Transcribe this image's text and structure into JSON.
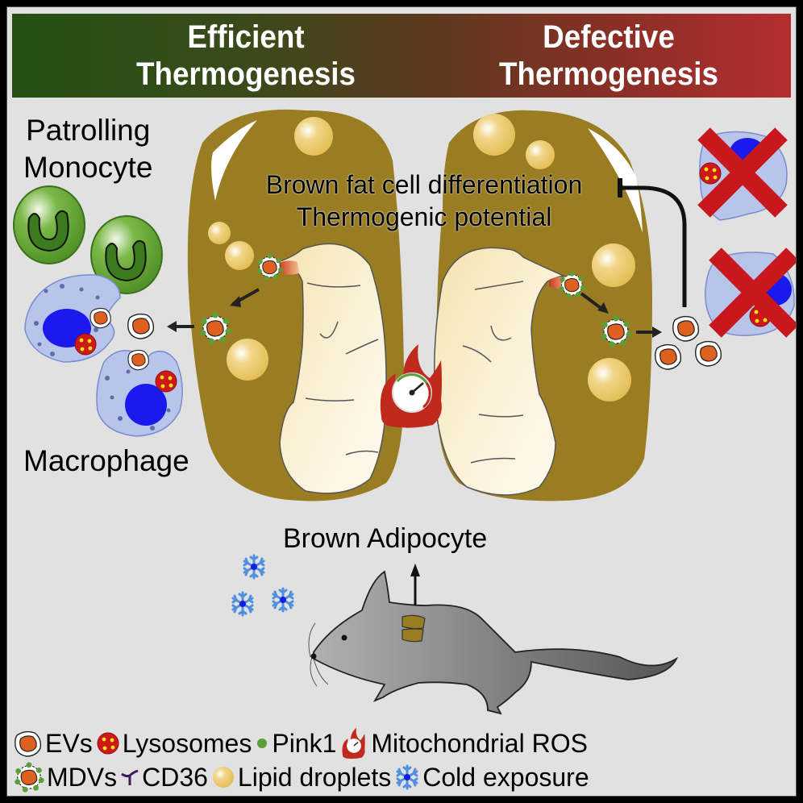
{
  "header": {
    "left": {
      "line1": "Efficient",
      "line2": "Thermogenesis"
    },
    "right": {
      "line1": "Defective",
      "line2": "Thermogenesis"
    },
    "gradient_colors": [
      "#245015",
      "#b52e30"
    ]
  },
  "labels": {
    "monocyte": {
      "line1": "Patrolling",
      "line2": "Monocyte"
    },
    "macrophage": "Macrophage",
    "effect": {
      "line1": "Brown fat cell differentiation",
      "line2": "Thermogenic potential"
    },
    "adipocyte": "Brown Adipocyte"
  },
  "legend": {
    "row1": [
      {
        "icon": "ev-icon",
        "label": "EVs"
      },
      {
        "icon": "lysosome-icon",
        "label": "Lysosomes"
      },
      {
        "icon": "pink1-icon",
        "label": "Pink1"
      },
      {
        "icon": "mitochondrial-ros-icon",
        "label": "Mitochondrial ROS"
      }
    ],
    "row2": [
      {
        "icon": "mdv-icon",
        "label": "MDVs"
      },
      {
        "icon": "cd36-icon",
        "label": "CD36"
      },
      {
        "icon": "lipid-droplet-icon",
        "label": "Lipid droplets"
      },
      {
        "icon": "snowflake-icon",
        "label": "Cold exposure"
      }
    ]
  },
  "colors": {
    "background": "#e1e1e1",
    "adipocyte_cytoplasm": "#9a7d22",
    "mitochondrion": "#f8ecc8",
    "lipid_droplet": "#e8c45a",
    "monocyte": "#5a9e2e",
    "macrophage": "#b8c4ea",
    "nucleus": "#1a1aee",
    "ev": "#e06020",
    "lysosome": "#d01818",
    "pink1": "#5a9e3a",
    "cd36": "#3a1a5a",
    "block_cross": "#c8181e",
    "snowflake": "#5090e0",
    "flame": "#c02a1e",
    "mouse": "#7a7a7a"
  }
}
